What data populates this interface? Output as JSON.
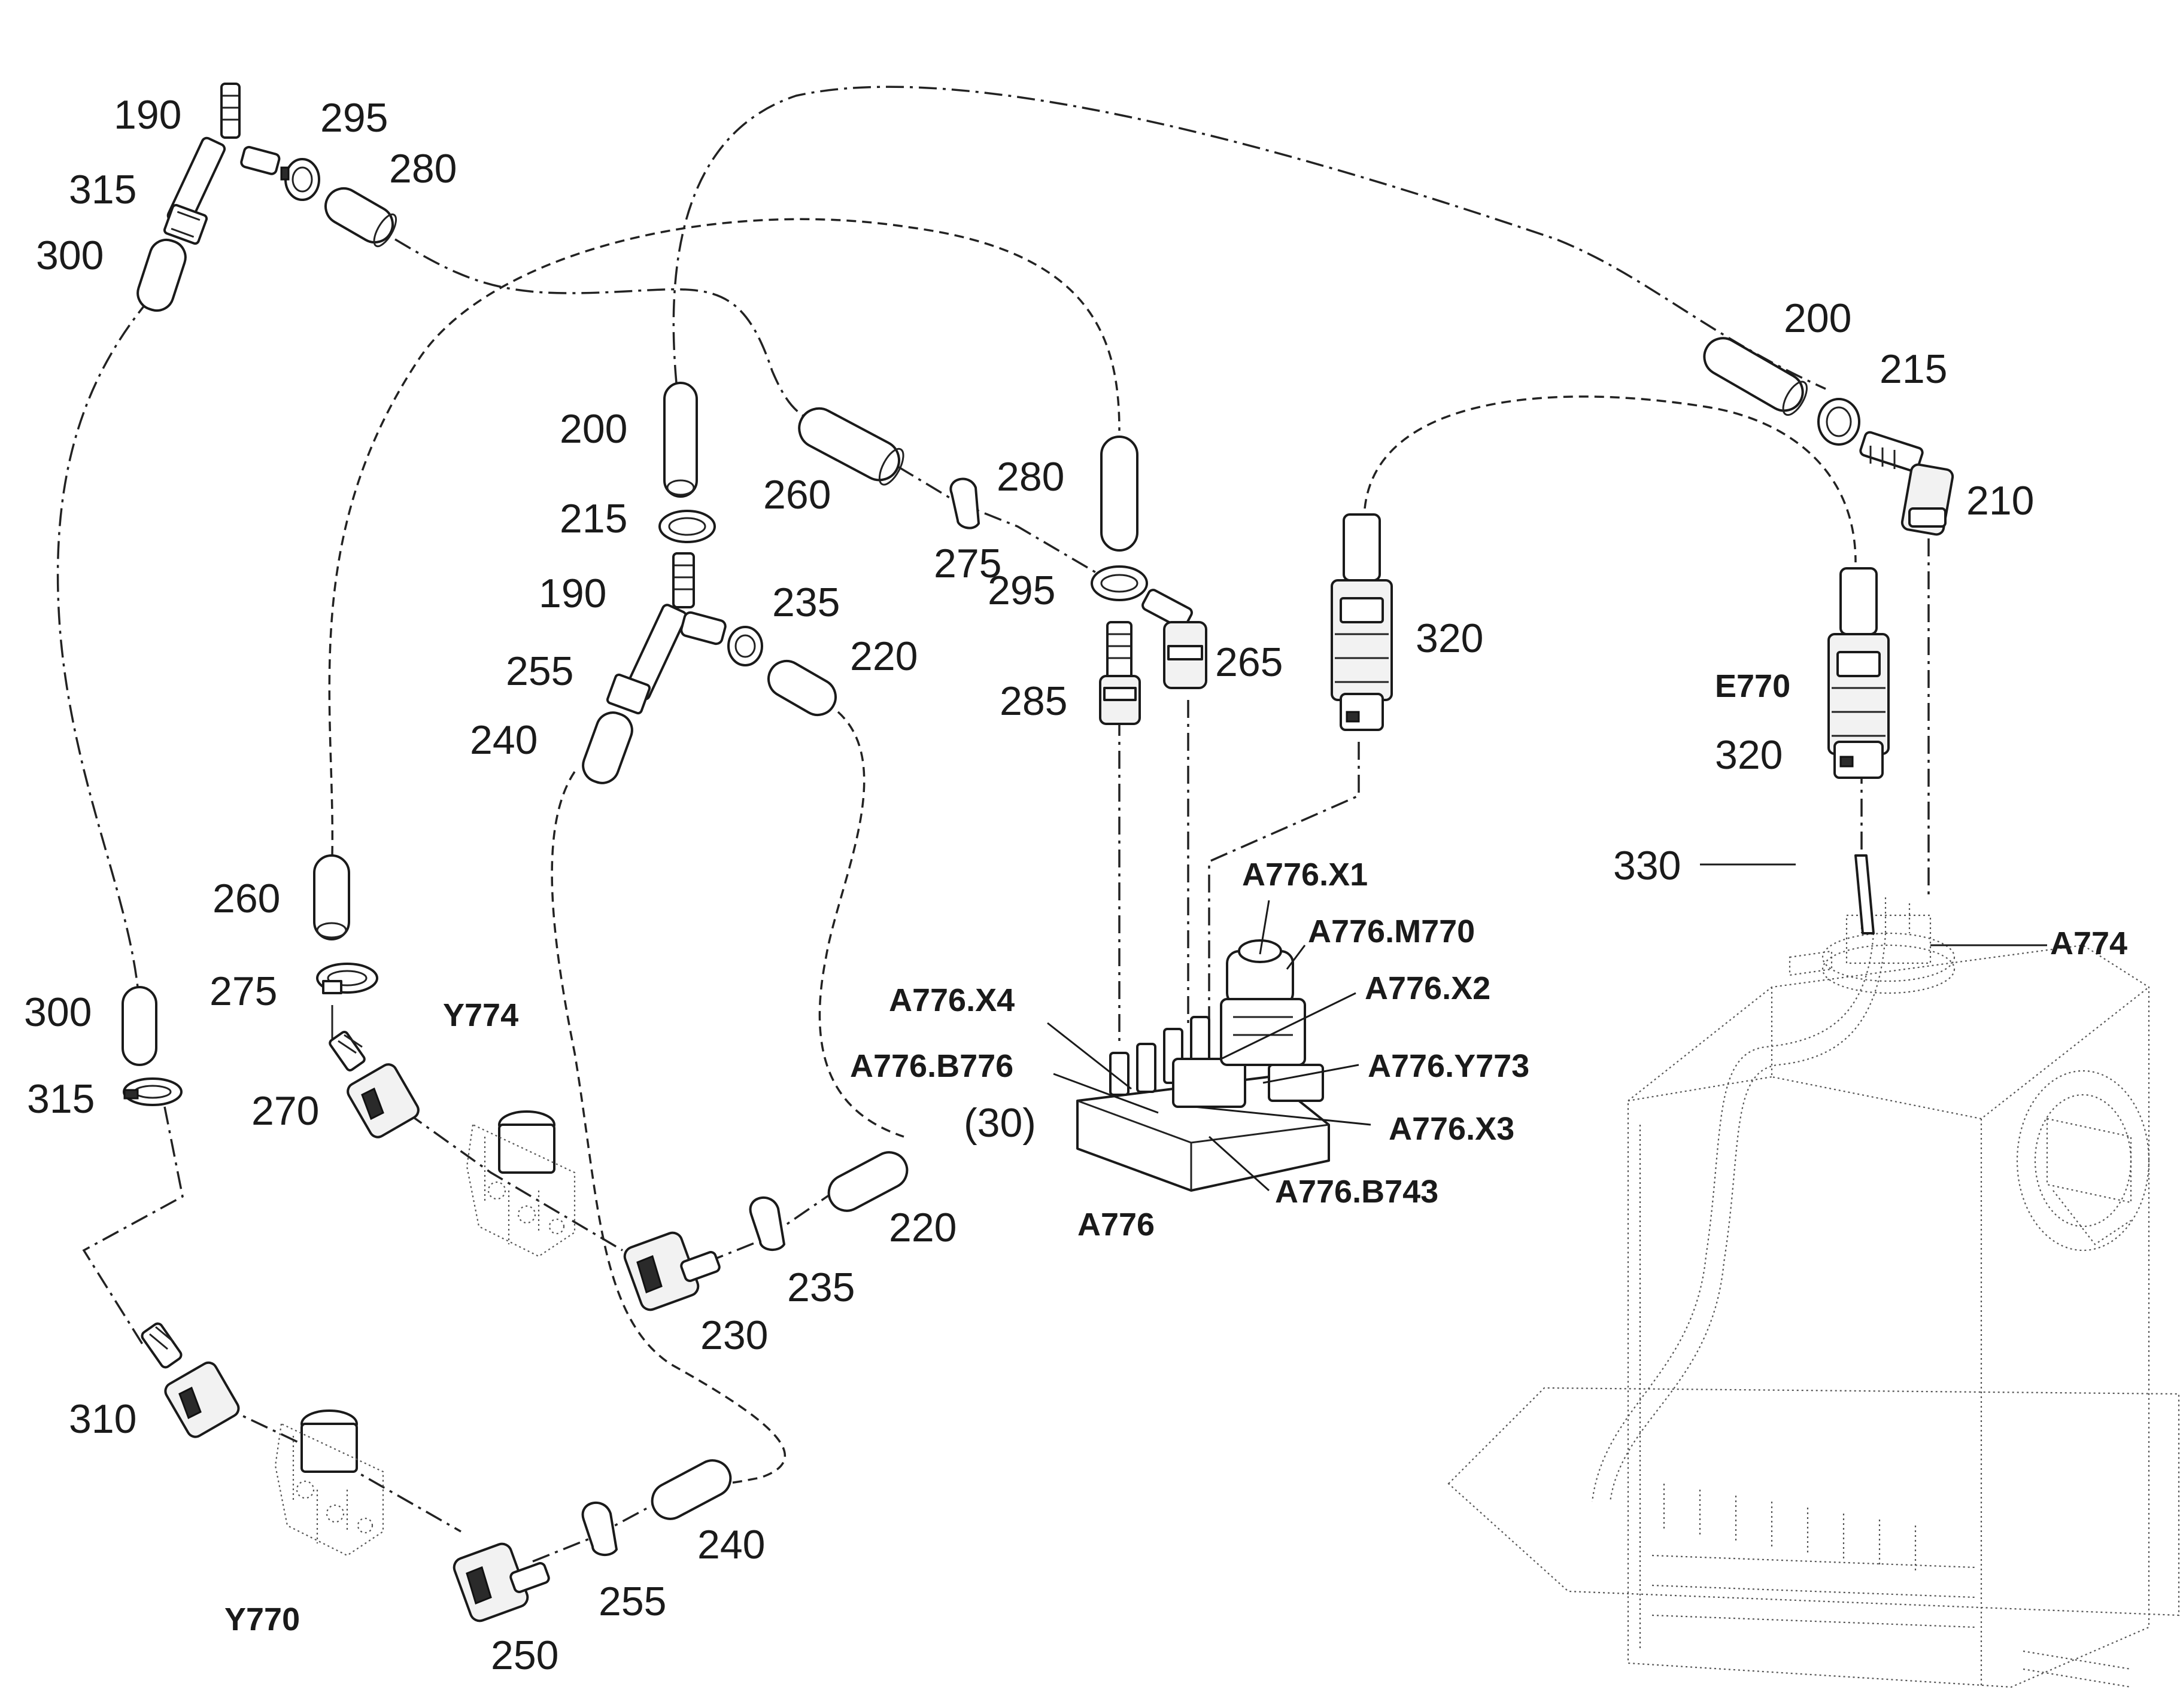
{
  "labels": {
    "l190a": "190",
    "l295a": "295",
    "l280a": "280",
    "l315a": "315",
    "l300a": "300",
    "l200a": "200",
    "l215a": "215",
    "l190b": "190",
    "l255a": "255",
    "l240a": "240",
    "l235a": "235",
    "l220a": "220",
    "l260a": "260",
    "l280b": "280",
    "l275a": "275",
    "l295b": "295",
    "l285": "285",
    "l265": "265",
    "l320a": "320",
    "l200b": "200",
    "l215b": "215",
    "l210": "210",
    "lE770": "E770",
    "l320b": "320",
    "l330": "330",
    "lA774": "A774",
    "lA776X1": "A776.X1",
    "lA776M770": "A776.M770",
    "lA776X2": "A776.X2",
    "lA776X4": "A776.X4",
    "lA776B776": "A776.B776",
    "l30": "(30)",
    "lA776Y773": "A776.Y773",
    "lA776X3": "A776.X3",
    "lA776B743": "A776.B743",
    "lA776": "A776",
    "l260b": "260",
    "l275b": "275",
    "lY774": "Y774",
    "l270": "270",
    "l300b": "300",
    "l315b": "315",
    "l220b": "220",
    "l235b": "235",
    "l230": "230",
    "l310": "310",
    "l240b": "240",
    "l255b": "255",
    "l250": "250",
    "lY770": "Y770"
  }
}
